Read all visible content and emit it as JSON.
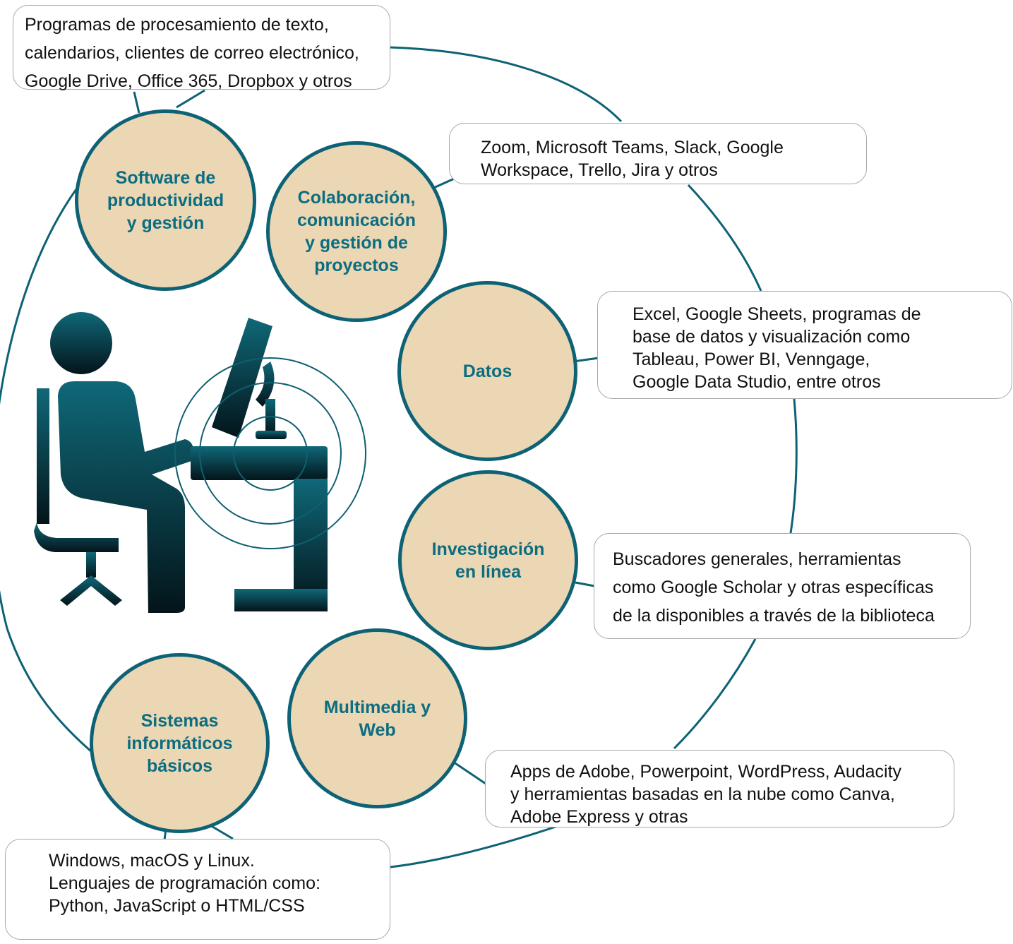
{
  "colors": {
    "accent": "#0d6275",
    "circle_fill": "#ecd7b5",
    "circle_text": "#0c6d80",
    "figure": "#0e5f70"
  },
  "icon": "person-at-computer-icon",
  "categories": [
    {
      "id": "productividad",
      "label": "Software de\nproductividad\ny gestión",
      "description": "Programas de procesamiento de texto,\ncalendarios, clientes de correo electrónico,\nGoogle Drive, Office 365, Dropbox y otros"
    },
    {
      "id": "colaboracion",
      "label": "Colaboración,\ncomunicación\ny gestión de\nproyectos",
      "description": "Zoom, Microsoft Teams, Slack, Google\nWorkspace, Trello, Jira y otros"
    },
    {
      "id": "datos",
      "label": "Datos",
      "description": "Excel, Google Sheets, programas de\nbase de datos y visualización como\nTableau, Power BI, Venngage,\nGoogle Data Studio, entre otros"
    },
    {
      "id": "investigacion",
      "label": "Investigación\nen línea",
      "description": " Buscadores generales, herramientas\ncomo Google Scholar y otras específicas\nde la disponibles a través de la biblioteca"
    },
    {
      "id": "multimedia",
      "label": "Multimedia  y\nWeb",
      "description": "Apps de Adobe, Powerpoint, WordPress, Audacity\ny herramientas basadas en la nube como Canva,\nAdobe Express y otras"
    },
    {
      "id": "sistemas",
      "label": "Sistemas\ninformáticos\nbásicos",
      "description": "Windows, macOS y Linux.\nLenguajes de programación como:\nPython, JavaScript o HTML/CSS"
    }
  ]
}
